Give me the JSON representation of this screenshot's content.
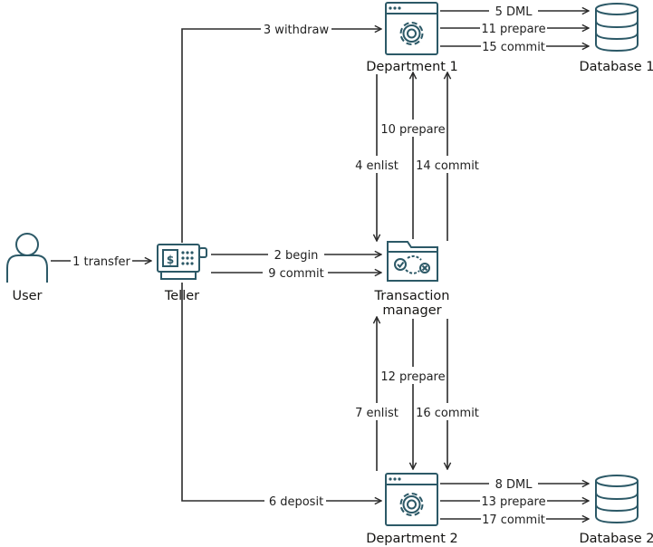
{
  "nodes": {
    "user": "User",
    "teller": "Teller",
    "department1": "Department 1",
    "department2": "Department 2",
    "transaction_manager": [
      "Transaction",
      "manager"
    ],
    "database1": "Database 1",
    "database2": "Database 2"
  },
  "edges": {
    "transfer": "1 transfer",
    "begin": "2 begin",
    "withdraw": "3 withdraw",
    "enlist1": "4 enlist",
    "dml1": "5 DML",
    "deposit": "6 deposit",
    "enlist2": "7 enlist",
    "dml2": "8 DML",
    "commit_teller": "9 commit",
    "prepare_tm_d1": "10 prepare",
    "prepare_d1_db1": "11 prepare",
    "prepare_tm_d2": "12 prepare",
    "prepare_d2_db2": "13 prepare",
    "commit_tm_d1": "14 commit",
    "commit_d1_db1": "15 commit",
    "commit_tm_d2": "16 commit",
    "commit_d2_db2": "17 commit"
  },
  "colors": {
    "icon": "#2c5967",
    "line": "#2b2b2b"
  }
}
